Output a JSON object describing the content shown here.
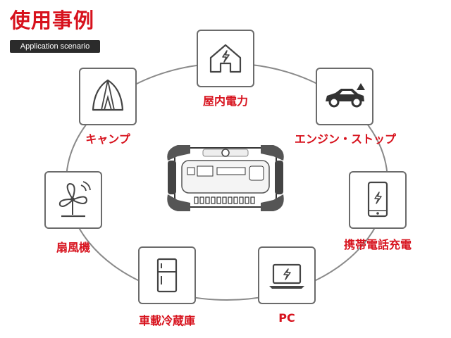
{
  "header": {
    "title": "使用事例",
    "subtitle": "Application scenario"
  },
  "scenarios": [
    {
      "key": "home",
      "label": "屋内電力",
      "icon": "house-icon"
    },
    {
      "key": "car",
      "label": "エンジン・ストップ",
      "icon": "car-icon"
    },
    {
      "key": "phone",
      "label": "携帯電話充電",
      "icon": "smartphone-icon"
    },
    {
      "key": "pc",
      "label": "PC",
      "icon": "laptop-icon"
    },
    {
      "key": "fridge",
      "label": "車載冷蔵庫",
      "icon": "refrigerator-icon"
    },
    {
      "key": "fan",
      "label": "扇風機",
      "icon": "fan-icon"
    },
    {
      "key": "camp",
      "label": "キャンプ",
      "icon": "tent-icon"
    }
  ],
  "colors": {
    "accent": "#d7121d",
    "line": "#6b6b6b",
    "dark": "#2b2b2b"
  }
}
